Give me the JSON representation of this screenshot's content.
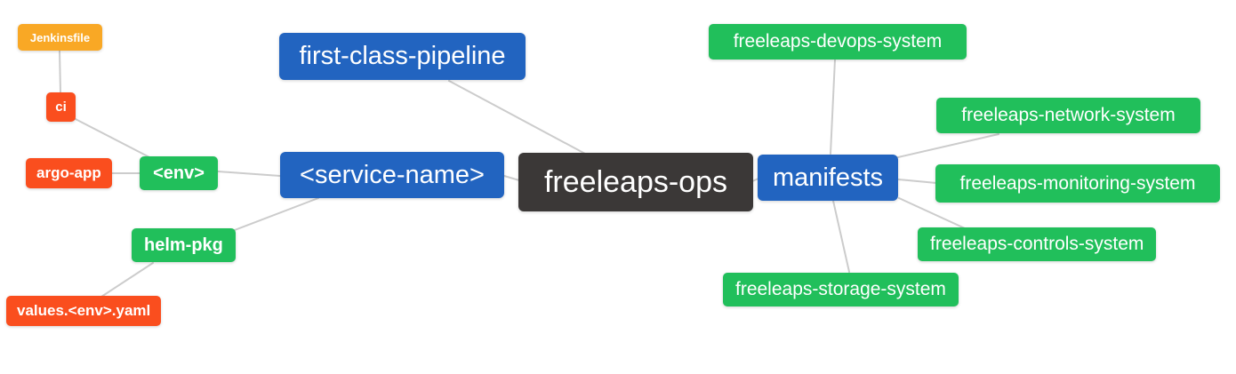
{
  "palette": {
    "root_bg": "#3B3837",
    "primary_bg": "#2264C0",
    "secondary_bg": "#21BF5B",
    "tertiary_bg": "#FA4E1E",
    "quaternary_bg": "#F9A825",
    "edge": "#CCCCCC",
    "node_text": "#FFFFFF",
    "canvas_bg": "#FFFFFF"
  },
  "nodes": [
    {
      "id": "jenkinsfile",
      "label": "Jenkinsfile",
      "level": "quaternary"
    },
    {
      "id": "ci",
      "label": "ci",
      "level": "tertiary"
    },
    {
      "id": "argo-app",
      "label": "argo-app",
      "level": "tertiary"
    },
    {
      "id": "env",
      "label": "<env>",
      "level": "secondary"
    },
    {
      "id": "first-class-pipeline",
      "label": "first-class-pipeline",
      "level": "primary"
    },
    {
      "id": "service-name",
      "label": "<service-name>",
      "level": "primary"
    },
    {
      "id": "freeleaps-ops",
      "label": "freeleaps-ops",
      "level": "root"
    },
    {
      "id": "manifests",
      "label": "manifests",
      "level": "primary"
    },
    {
      "id": "freeleaps-devops-system",
      "label": "freeleaps-devops-system",
      "level": "secondary"
    },
    {
      "id": "freeleaps-network-system",
      "label": "freeleaps-network-system",
      "level": "secondary"
    },
    {
      "id": "freeleaps-monitoring-system",
      "label": "freeleaps-monitoring-system",
      "level": "secondary"
    },
    {
      "id": "freeleaps-controls-system",
      "label": "freeleaps-controls-system",
      "level": "secondary"
    },
    {
      "id": "freeleaps-storage-system",
      "label": "freeleaps-storage-system",
      "level": "secondary"
    },
    {
      "id": "helm-pkg",
      "label": "helm-pkg",
      "level": "secondary"
    },
    {
      "id": "values-env-yaml",
      "label": "values.<env>.yaml",
      "level": "tertiary"
    }
  ],
  "edges": [
    {
      "from": "jenkinsfile",
      "to": "ci"
    },
    {
      "from": "ci",
      "to": "env"
    },
    {
      "from": "argo-app",
      "to": "env"
    },
    {
      "from": "env",
      "to": "service-name"
    },
    {
      "from": "service-name",
      "to": "helm-pkg"
    },
    {
      "from": "helm-pkg",
      "to": "values-env-yaml"
    },
    {
      "from": "service-name",
      "to": "freeleaps-ops"
    },
    {
      "from": "first-class-pipeline",
      "to": "freeleaps-ops"
    },
    {
      "from": "freeleaps-ops",
      "to": "manifests"
    },
    {
      "from": "manifests",
      "to": "freeleaps-devops-system"
    },
    {
      "from": "manifests",
      "to": "freeleaps-network-system"
    },
    {
      "from": "manifests",
      "to": "freeleaps-monitoring-system"
    },
    {
      "from": "manifests",
      "to": "freeleaps-controls-system"
    },
    {
      "from": "manifests",
      "to": "freeleaps-storage-system"
    }
  ]
}
